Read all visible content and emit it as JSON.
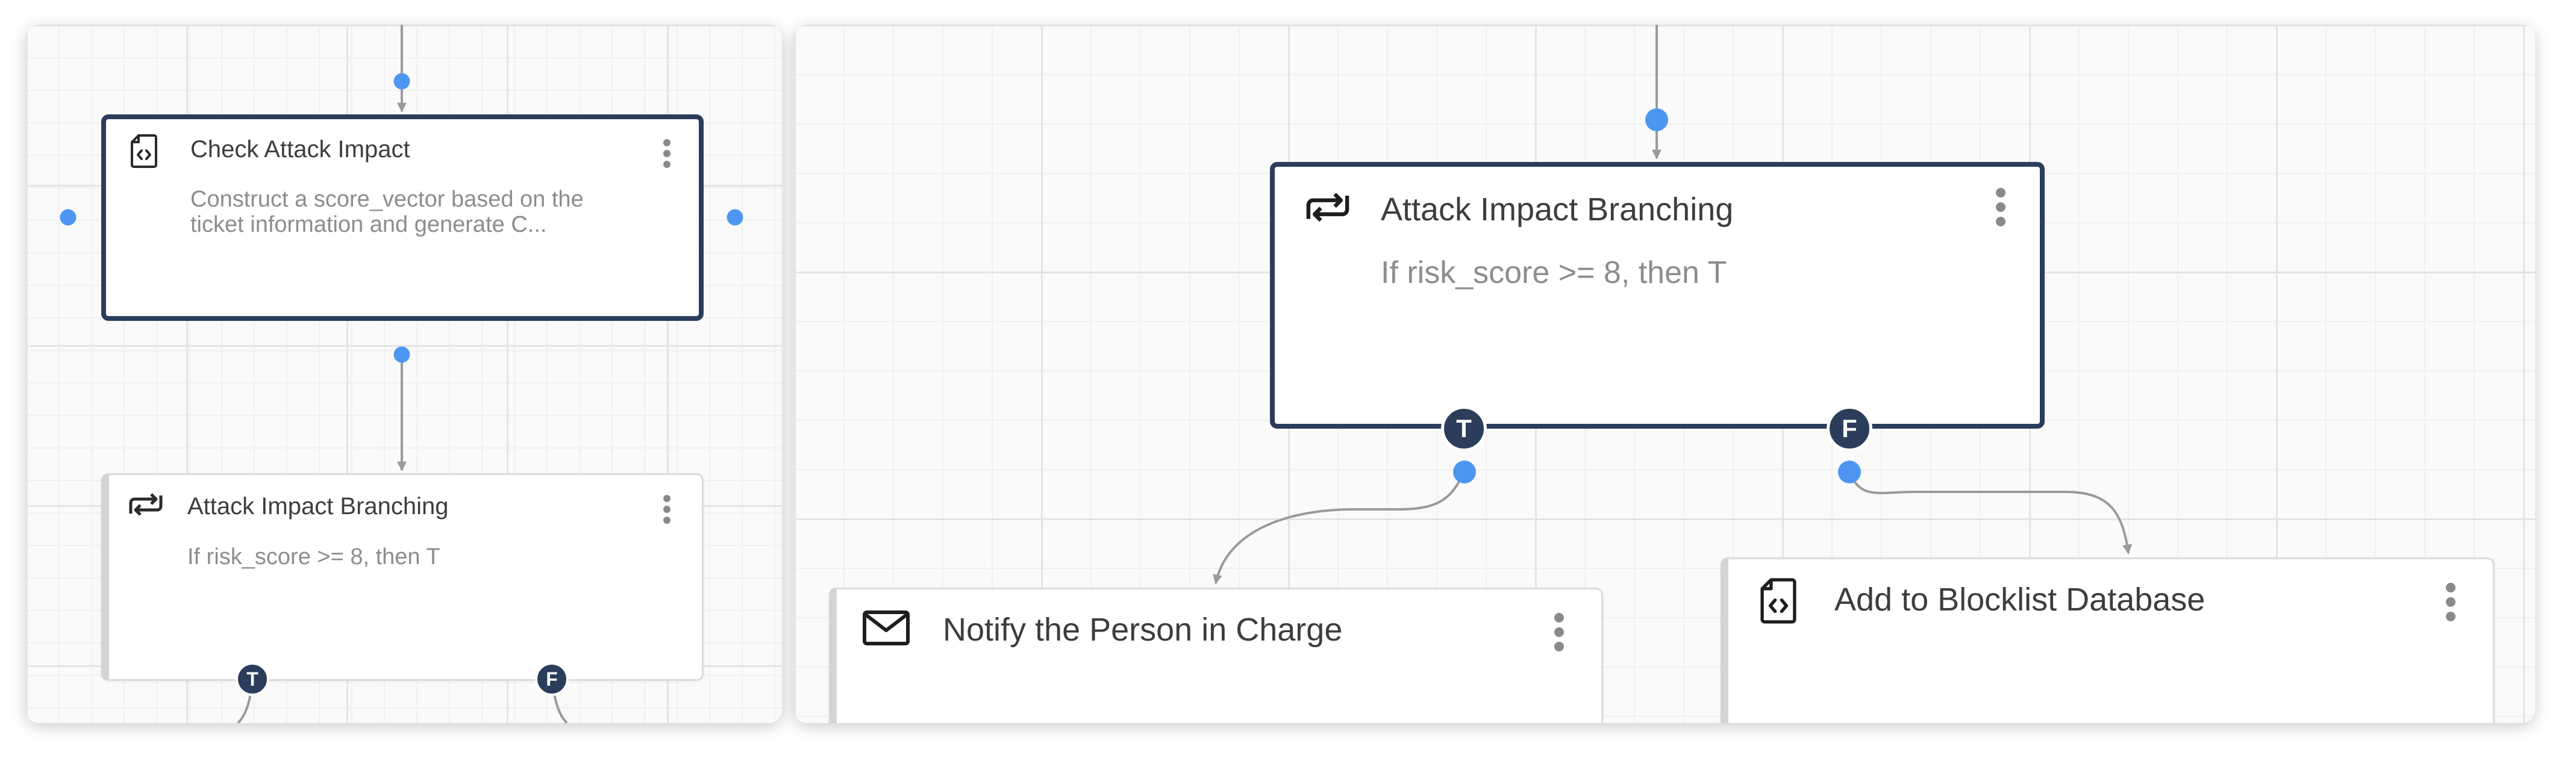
{
  "left_view": {
    "node_check_attack_impact": {
      "title": "Check Attack Impact",
      "description": "Construct a score_vector based on the\n ticket information and generate C...",
      "icon": "code-file-icon"
    },
    "node_attack_impact_branching": {
      "title": "Attack Impact Branching",
      "description": "If risk_score >= 8, then T",
      "icon": "branch-arrows-icon",
      "true_label": "T",
      "false_label": "F"
    }
  },
  "right_view": {
    "node_attack_impact_branching": {
      "title": "Attack Impact Branching",
      "description": "If risk_score >= 8, then T",
      "icon": "branch-arrows-icon",
      "true_label": "T",
      "false_label": "F"
    },
    "node_notify_person": {
      "title": "Notify the Person in Charge",
      "icon": "envelope-icon"
    },
    "node_add_blocklist": {
      "title": "Add to Blocklist Database",
      "icon": "code-file-icon"
    }
  },
  "colors": {
    "selected_border": "#2b3d5b",
    "handle": "#4d97f3",
    "edge": "#9a9a9a",
    "badge": "#2b3d5b"
  }
}
